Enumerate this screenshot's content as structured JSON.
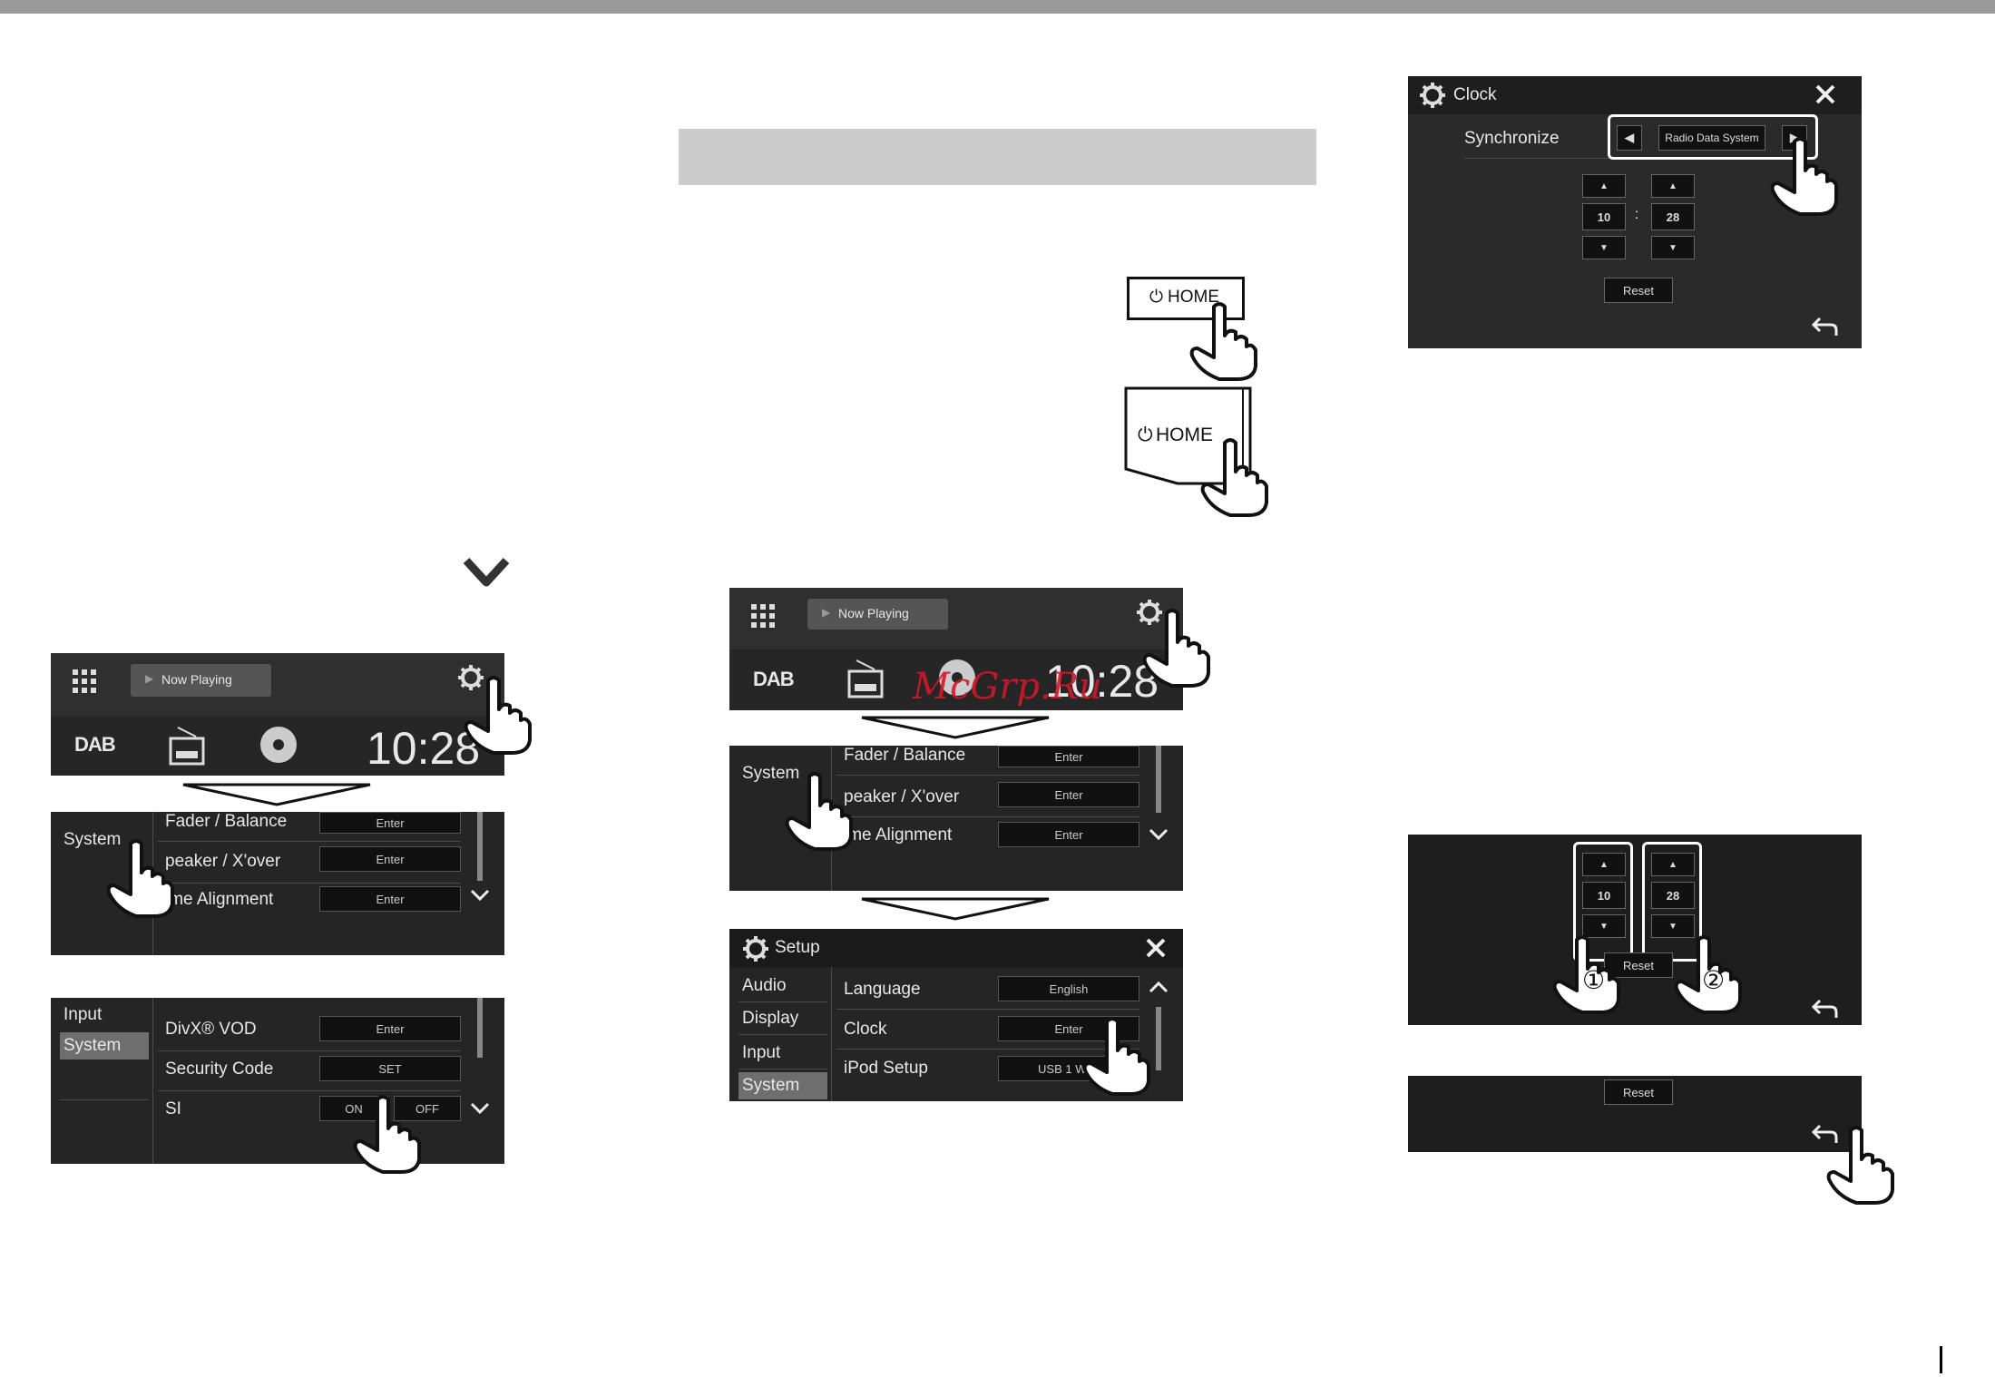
{
  "home_button": {
    "label": "HOME"
  },
  "home_screen": {
    "now_playing": "Now Playing",
    "clock_time": "10:28",
    "sources": [
      "DAB",
      "radio-icon",
      "disc-icon"
    ]
  },
  "audio_list": {
    "tab_system": "System",
    "items": [
      {
        "label": "Fader / Balance",
        "button": "Enter"
      },
      {
        "label": "peaker / X'over",
        "button": "Enter"
      },
      {
        "label": "ime Alignment",
        "button": "Enter"
      }
    ]
  },
  "system_list": {
    "tabs": [
      "Input",
      "System"
    ],
    "items": [
      {
        "label": "DivX® VOD",
        "button": "Enter"
      },
      {
        "label": "Security Code",
        "button": "SET"
      },
      {
        "label": "SI",
        "button_on": "ON",
        "button_off": "OFF"
      }
    ]
  },
  "setup": {
    "title": "Setup",
    "tabs": [
      "Audio",
      "Display",
      "Input",
      "System"
    ],
    "items": [
      {
        "label": "Language",
        "button": "English"
      },
      {
        "label": "Clock",
        "button": "Enter"
      },
      {
        "label": "iPod Setup",
        "button": "USB 1 Wire"
      }
    ]
  },
  "clock": {
    "title": "Clock",
    "synchronize_label": "Synchronize",
    "sync_value": "Radio Data System",
    "hour": "10",
    "minute": "28",
    "separator": ":",
    "reset_label": "Reset"
  },
  "step_markers": {
    "one": "①",
    "two": "②"
  },
  "watermark": "McGrp.Ru"
}
